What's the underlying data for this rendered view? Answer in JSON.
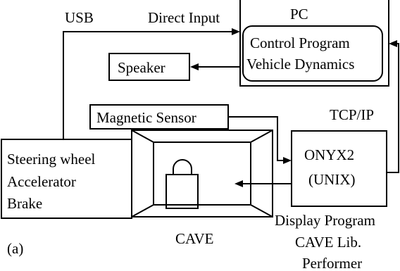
{
  "diagram": {
    "pc": {
      "label": "PC",
      "program_lines": [
        "Control Program",
        "Vehicle Dynamics"
      ]
    },
    "speaker": {
      "label": "Speaker"
    },
    "magnetic_sensor": {
      "label": "Magnetic Sensor"
    },
    "controls": {
      "lines": [
        "Steering wheel",
        "Accelerator",
        "Brake"
      ]
    },
    "onyx": {
      "lines": [
        "ONYX2",
        "(UNIX)"
      ]
    },
    "cave": {
      "label": "CAVE"
    },
    "display_program": {
      "lines": [
        "Display Program",
        "CAVE Lib.",
        "Performer"
      ]
    },
    "connections": {
      "usb": "USB",
      "direct_input": "Direct Input",
      "tcp_ip": "TCP/IP"
    },
    "panel_label": "(a)"
  }
}
